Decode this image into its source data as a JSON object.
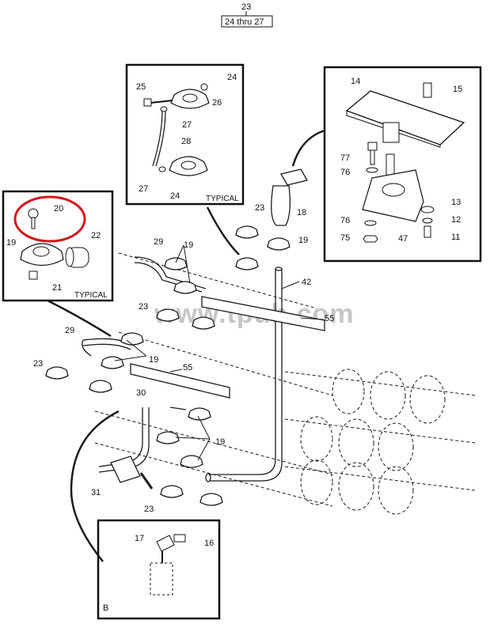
{
  "header": {
    "ref_main": "23",
    "ref_range": "24 thru 27"
  },
  "watermark": "www.tpub.com",
  "inset_top": {
    "labels": [
      "24",
      "25",
      "26",
      "27",
      "28",
      "27",
      "24"
    ],
    "note": "TYPICAL"
  },
  "inset_left": {
    "labels": [
      "20",
      "19",
      "22",
      "21"
    ],
    "note": "TYPICAL",
    "highlight": "20"
  },
  "inset_right": {
    "labels": [
      "14",
      "15",
      "77",
      "76",
      "13",
      "76",
      "12",
      "75",
      "47",
      "11"
    ]
  },
  "inset_bottom": {
    "labels": [
      "17",
      "16"
    ],
    "view": "B"
  },
  "main_labels": [
    "23",
    "18",
    "19",
    "29",
    "19",
    "23",
    "42",
    "55",
    "29",
    "19",
    "23",
    "55",
    "30",
    "19",
    "31",
    "23"
  ],
  "colors": {
    "line": "#1a1a1a",
    "highlight": "#d4141c",
    "watermark": "#bdbdbd"
  }
}
